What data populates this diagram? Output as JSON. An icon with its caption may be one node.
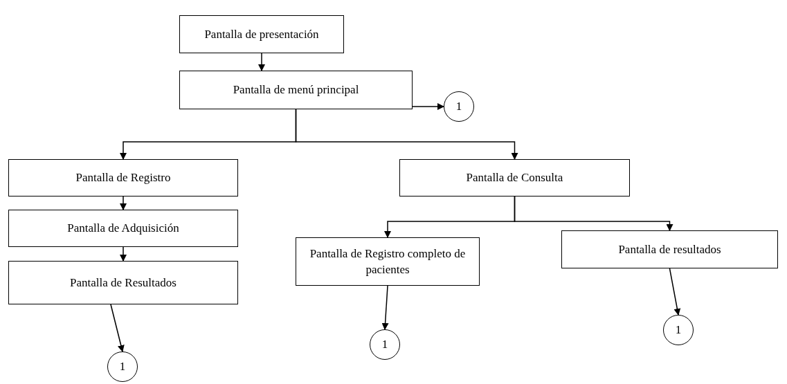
{
  "diagram": {
    "nodes": [
      {
        "text": [
          "Pantalla de presentación"
        ]
      },
      {
        "text": [
          "Pantalla de menú principal"
        ]
      },
      {
        "text": [
          "1"
        ]
      },
      {
        "text": [
          "Pantalla de Registro"
        ]
      },
      {
        "text": [
          "Pantalla de Consulta"
        ]
      },
      {
        "text": [
          "Pantalla de Adquisición"
        ]
      },
      {
        "text": [
          "Pantalla de Registro completo de pacientes"
        ]
      },
      {
        "text": [
          "Pantalla de resultados"
        ]
      },
      {
        "text": [
          "Pantalla de Resultados"
        ]
      },
      {
        "text": [
          "1"
        ]
      },
      {
        "text": [
          "1"
        ]
      },
      {
        "text": [
          "1"
        ]
      }
    ],
    "edges": [
      {
        "from": 0,
        "to": 1,
        "arrow": "to"
      },
      {
        "from": 1,
        "to": 2,
        "arrow": "to"
      },
      {
        "from": 1,
        "to": 3,
        "arrow": "to"
      },
      {
        "from": 1,
        "to": 4,
        "arrow": "to"
      },
      {
        "from": 3,
        "to": 5,
        "arrow": "to"
      },
      {
        "from": 5,
        "to": 8,
        "arrow": "to"
      },
      {
        "from": 8,
        "to": 9,
        "arrow": "to"
      },
      {
        "from": 4,
        "to": 6,
        "arrow": "to"
      },
      {
        "from": 4,
        "to": 7,
        "arrow": "to"
      },
      {
        "from": 6,
        "to": 10,
        "arrow": "to"
      },
      {
        "from": 7,
        "to": 11,
        "arrow": "to"
      }
    ]
  }
}
